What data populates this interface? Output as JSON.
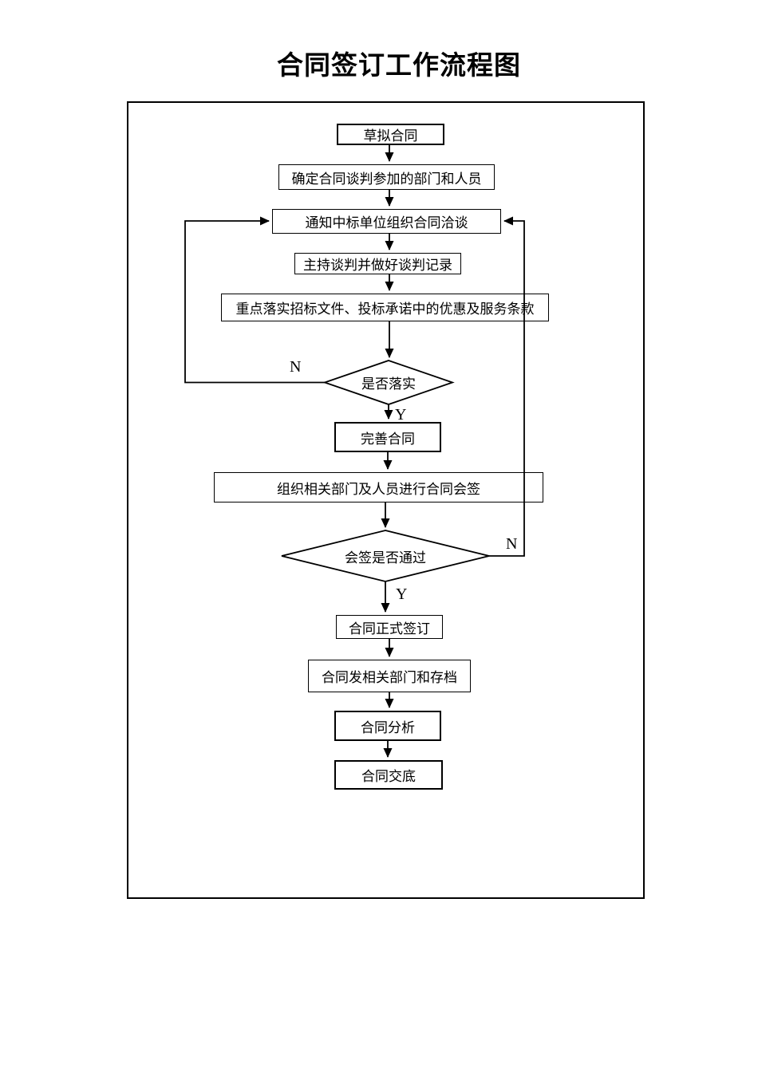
{
  "title": "合同签订工作流程图",
  "colors": {
    "line": "#000000",
    "background": "#ffffff"
  },
  "flow": {
    "boxes": [
      {
        "id": "draft",
        "label": "草拟合同"
      },
      {
        "id": "determine",
        "label": "确定合同谈判参加的部门和人员"
      },
      {
        "id": "notify",
        "label": "通知中标单位组织合同洽谈"
      },
      {
        "id": "host",
        "label": "主持谈判并做好谈判记录"
      },
      {
        "id": "implement",
        "label": "重点落实招标文件、投标承诺中的优惠及服务条款"
      },
      {
        "id": "perfect",
        "label": "完善合同"
      },
      {
        "id": "organize",
        "label": "组织相关部门及人员进行合同会签"
      },
      {
        "id": "sign",
        "label": "合同正式签订"
      },
      {
        "id": "distribute",
        "label": "合同发相关部门和存档"
      },
      {
        "id": "analyze",
        "label": "合同分析"
      },
      {
        "id": "disclose",
        "label": "合同交底"
      }
    ],
    "decisions": [
      {
        "id": "implemented",
        "label": "是否落实",
        "yes_label": "Y",
        "no_label": "N"
      },
      {
        "id": "countersign",
        "label": "会签是否通过",
        "yes_label": "Y",
        "no_label": "N"
      }
    ]
  }
}
